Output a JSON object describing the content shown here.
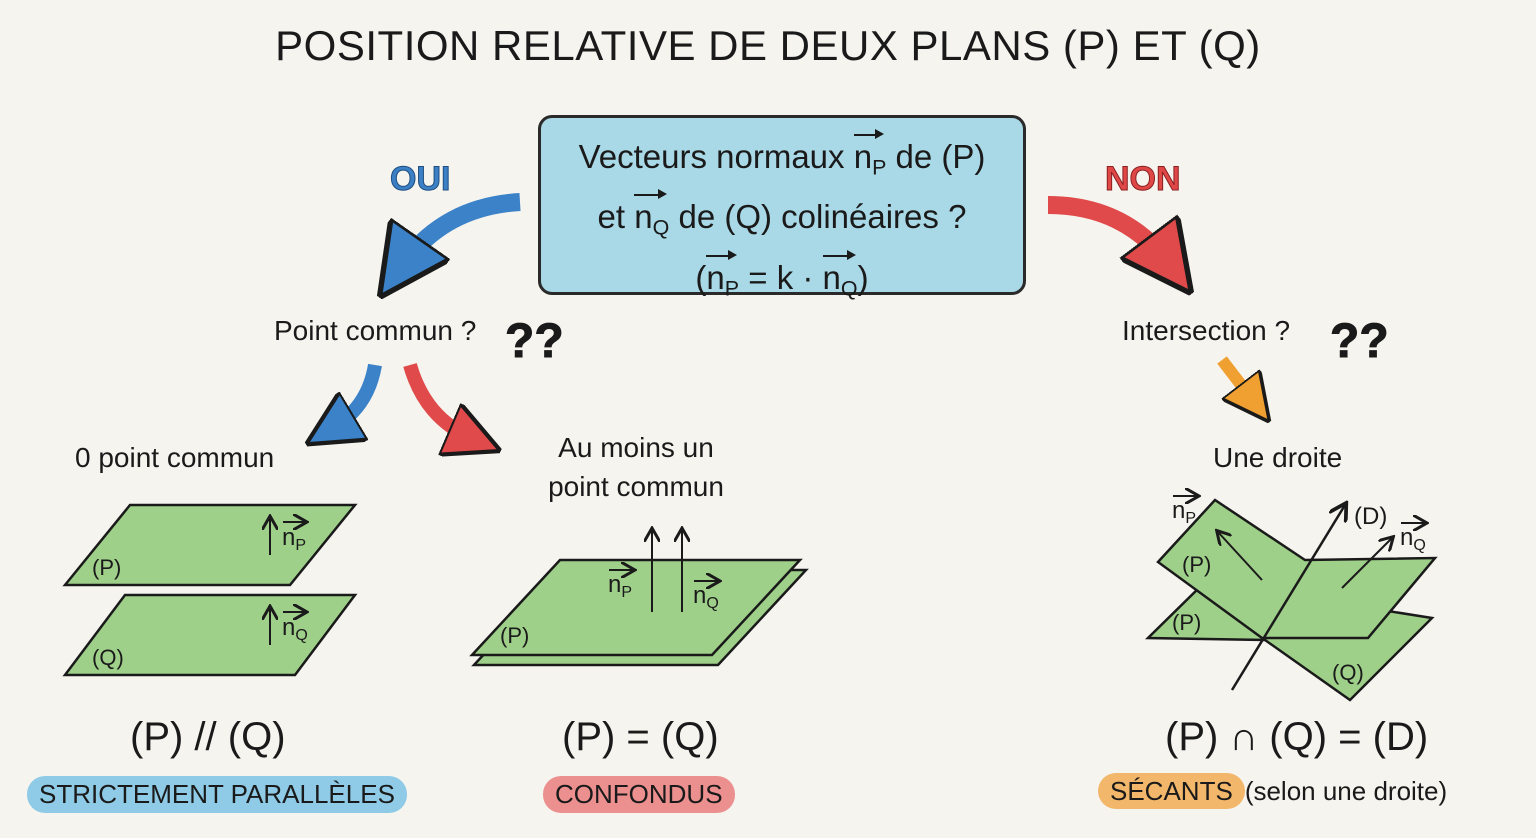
{
  "title": "POSITION RELATIVE DE DEUX PLANS (P) ET (Q)",
  "question_box": {
    "line1_pre": "Vecteurs normaux ",
    "line1_vec": "n",
    "line1_sub": "P",
    "line1_post": " de (P)",
    "line2_pre": "et ",
    "line2_vec": "n",
    "line2_sub": "Q",
    "line2_post": " de (Q) colinéaires ?",
    "line3_open": "(",
    "line3_vec1": "n",
    "line3_sub1": "P",
    "line3_mid": " = k · ",
    "line3_vec2": "n",
    "line3_sub2": "Q",
    "line3_close": ")"
  },
  "branches": {
    "yes": "OUI",
    "no": "NON"
  },
  "left": {
    "question": "Point commun ?",
    "qmarks": "??",
    "none_label": "0 point commun",
    "some_label_1": "Au moins un",
    "some_label_2": "point commun"
  },
  "right": {
    "question": "Intersection ?",
    "qmarks": "??",
    "result_label": "Une droite"
  },
  "figures": {
    "P": "(P)",
    "Q": "(Q)",
    "D": "(D)",
    "n": "n",
    "sub_P": "P",
    "sub_Q": "Q"
  },
  "results": [
    {
      "formula": "(P) // (Q)",
      "tag": "STRICTEMENT PARALLÈLES",
      "extra": ""
    },
    {
      "formula": "(P) = (Q)",
      "tag": "CONFONDUS",
      "extra": ""
    },
    {
      "formula": "(P) ∩ (Q) = (D)",
      "tag": "SÉCANTS",
      "extra": "(selon une droite)"
    }
  ],
  "colors": {
    "blue": "#3b82c8",
    "red": "#e04a4a",
    "orange": "#f0a030",
    "plane": "#9fd08a",
    "box": "#a9d8e6",
    "tag_blue": "#8fcbe6",
    "tag_red": "#eb8f8f",
    "tag_orange": "#f2b76a"
  }
}
